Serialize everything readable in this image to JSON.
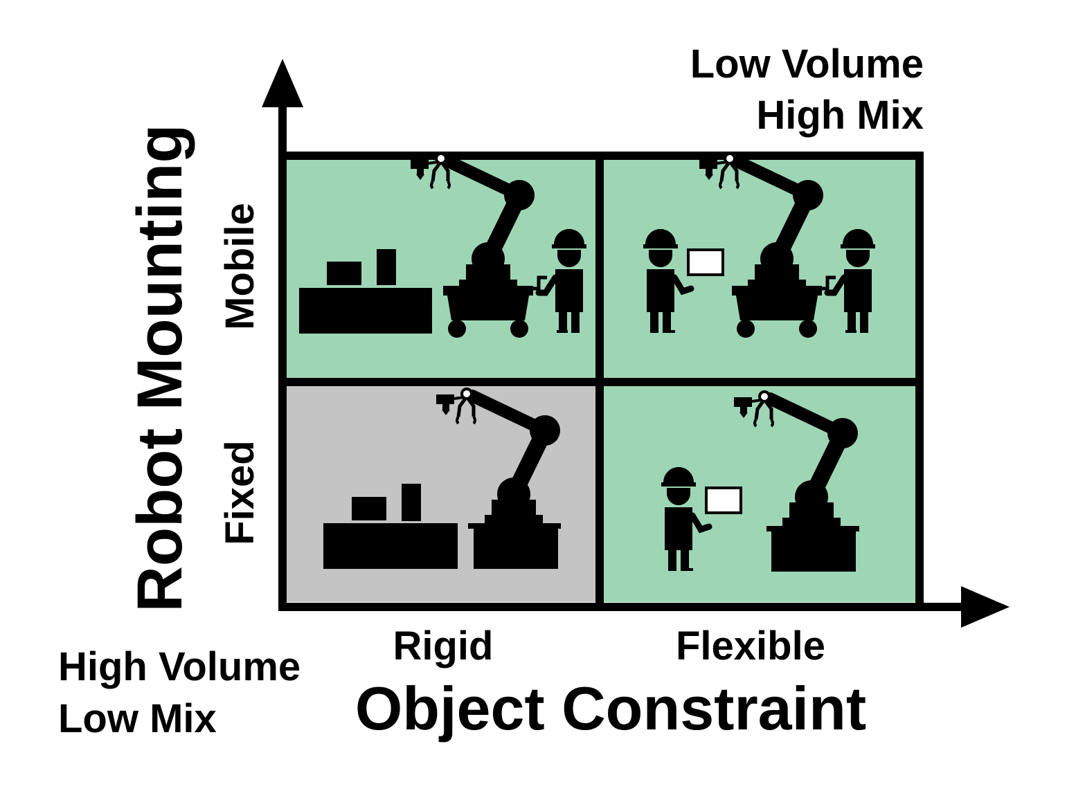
{
  "y_axis": {
    "title": "Robot Mounting",
    "ticks": [
      "Mobile",
      "Fixed"
    ]
  },
  "x_axis": {
    "title": "Object Constraint",
    "ticks": [
      "Rigid",
      "Flexible"
    ]
  },
  "corners": {
    "top_right": [
      "Low Volume",
      "High Mix"
    ],
    "bottom_left": [
      "High Volume",
      "Low Mix"
    ]
  },
  "quadrants": [
    {
      "id": "rigid-mobile",
      "fill": "#9ed6b5",
      "scene": [
        "parts-on-table",
        "robot-arm-on-cart",
        "worker"
      ]
    },
    {
      "id": "flexible-mobile",
      "fill": "#9ed6b5",
      "scene": [
        "worker-holding-box",
        "robot-arm-on-cart",
        "worker"
      ]
    },
    {
      "id": "rigid-fixed",
      "fill": "#c4c4c4",
      "scene": [
        "parts-on-table",
        "robot-arm-on-table"
      ]
    },
    {
      "id": "flexible-fixed",
      "fill": "#9ed6b5",
      "scene": [
        "worker-holding-box",
        "robot-arm-on-table"
      ]
    }
  ],
  "colors": {
    "line": "#000000",
    "green": "#9ed6b5",
    "gray": "#c4c4c4"
  }
}
